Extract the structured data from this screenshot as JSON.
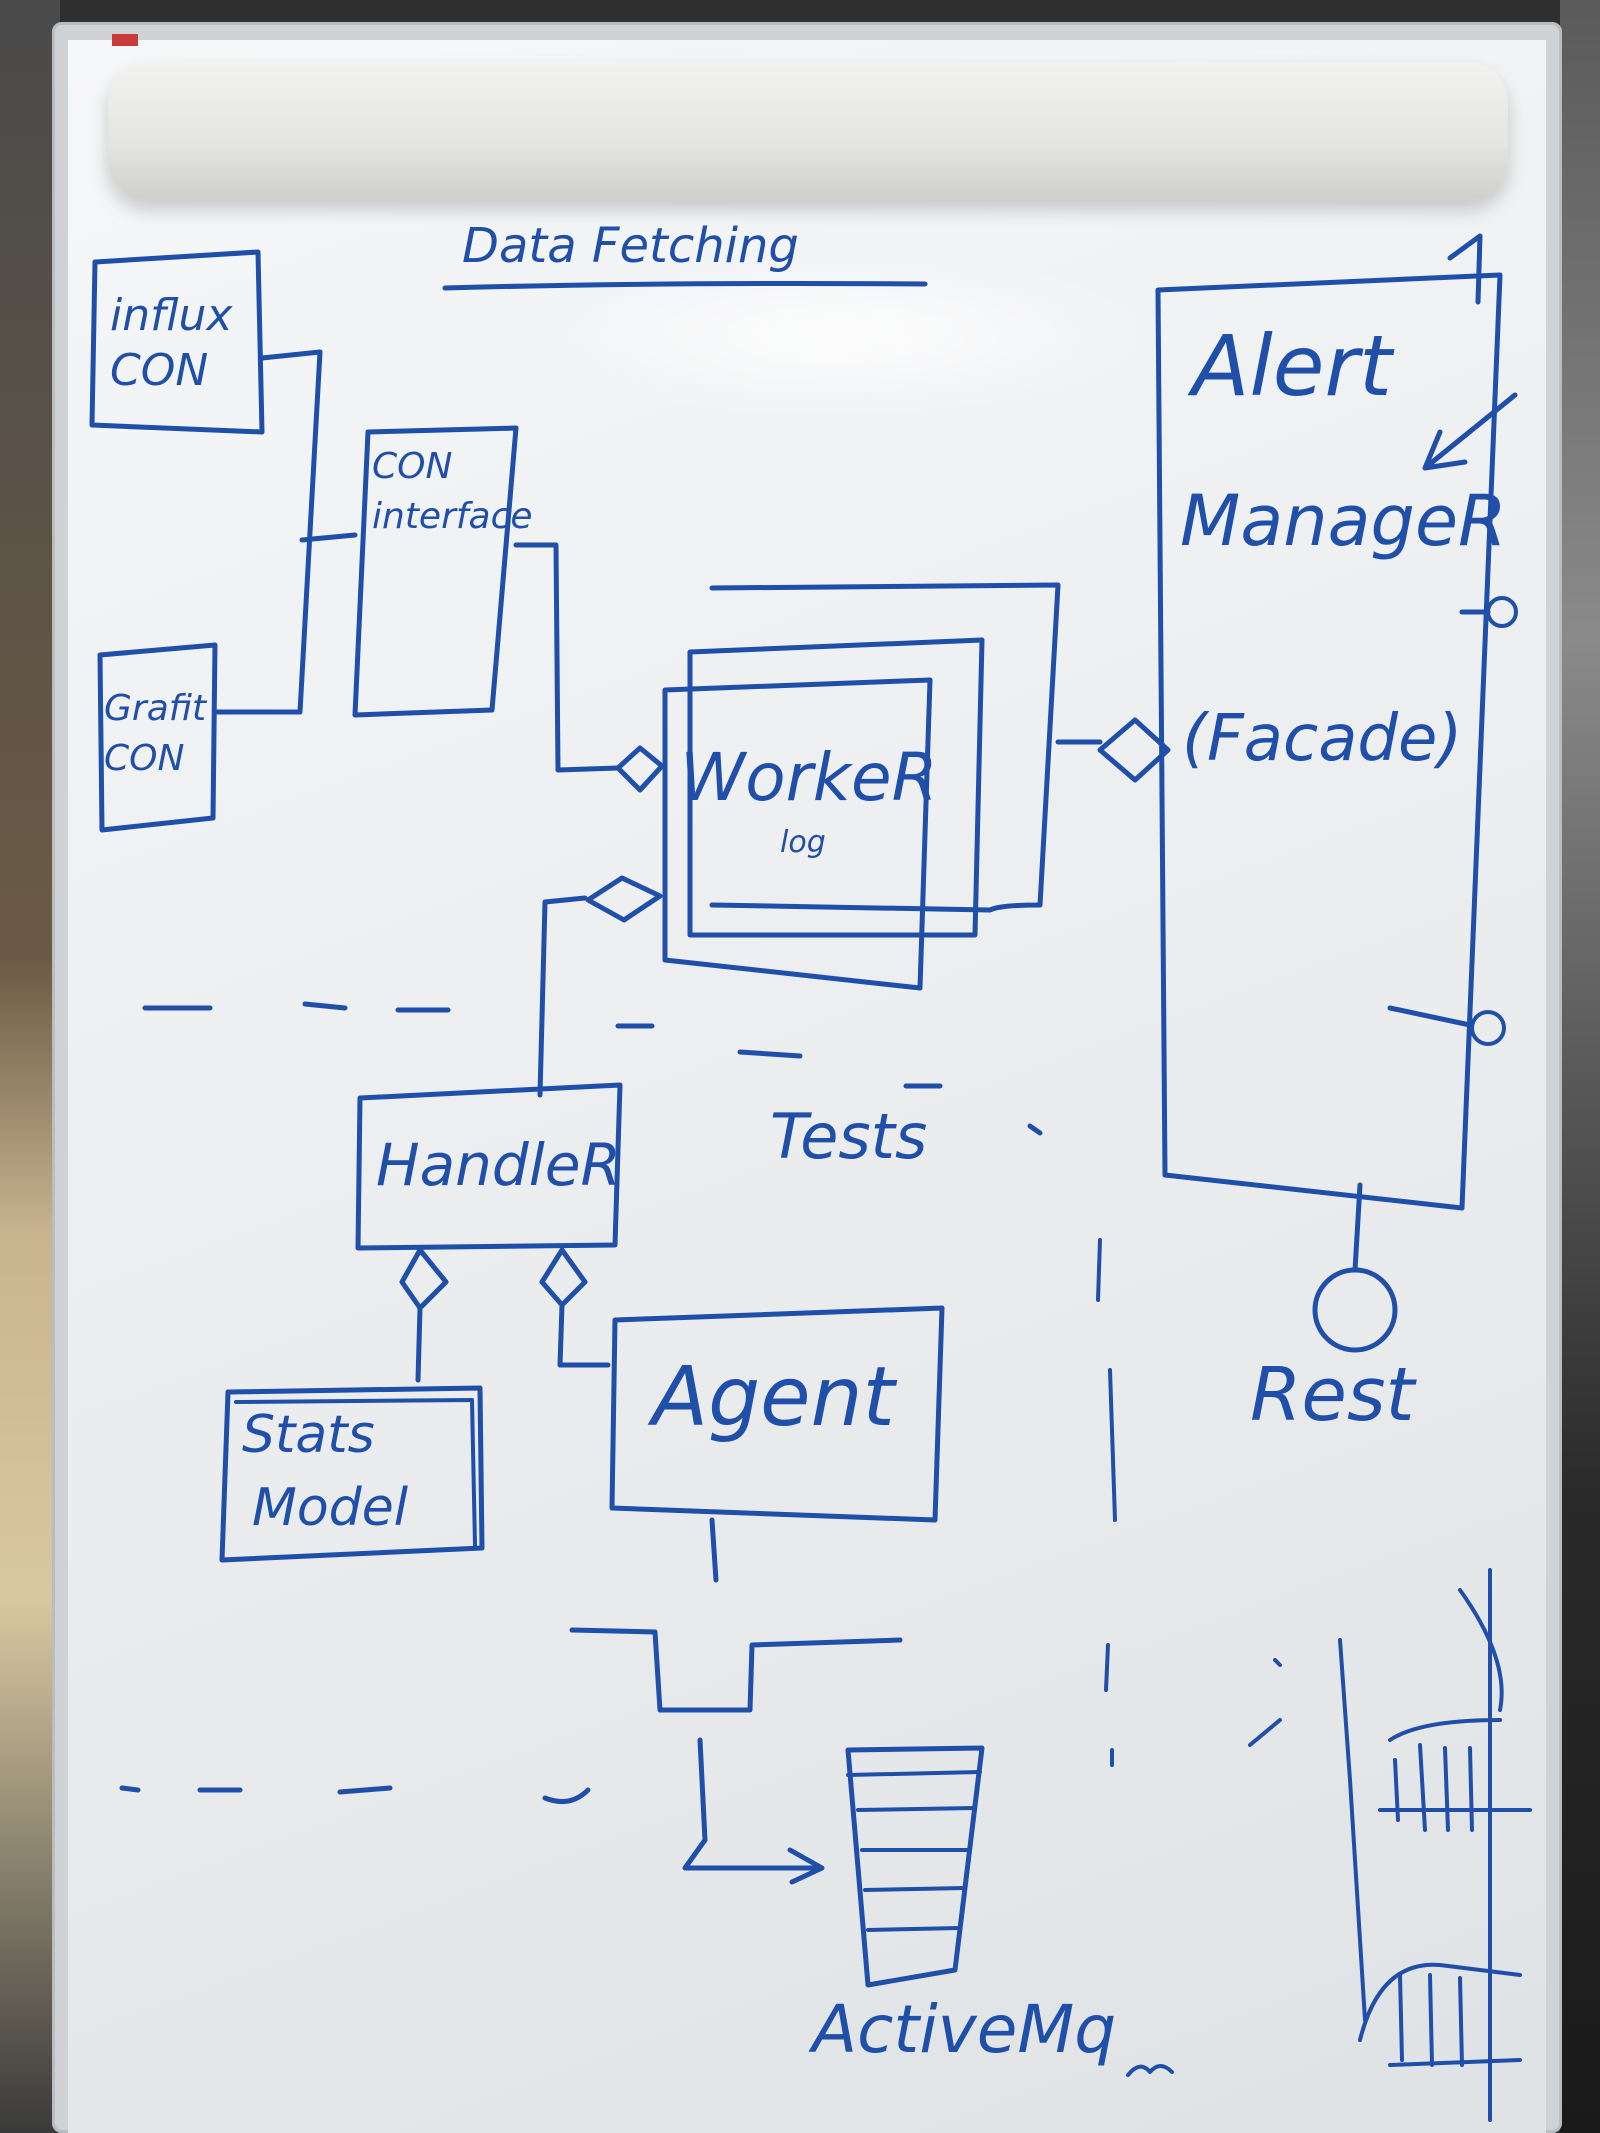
{
  "title": "Data Fetching",
  "nodes": {
    "influx_con": "influx CON",
    "graphite_con": "Grafit CON",
    "con_interface": "CON interface",
    "worker": "WorkeR",
    "worker_sub": "log",
    "alert_manager_line1": "Alert",
    "alert_manager_line2": "ManageR",
    "alert_manager_line3": "(Facade)",
    "handler": "HandleR",
    "stats_model_line1": "Stats",
    "stats_model_line2": "Model",
    "agent": "Agent",
    "rest": "Rest",
    "active_mq": "ActiveMq",
    "tests": "Tests"
  },
  "ink_color": "#1f4fa8"
}
